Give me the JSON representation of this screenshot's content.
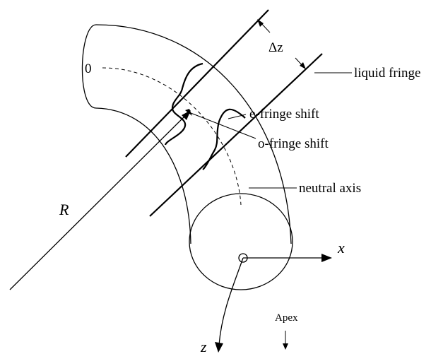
{
  "labels": {
    "delta_z": "Δz",
    "liquid_fringe": "liquid fringe",
    "e_fringe_shift": "e-fringe shift",
    "o_fringe_shift": "o-fringe shift",
    "neutral_axis": "neutral axis",
    "radius": "R",
    "x_axis": "x",
    "z_axis": "z",
    "apex": "Apex",
    "top_end_marker": "0"
  },
  "colors": {
    "stroke": "#000000",
    "background": "#ffffff"
  }
}
